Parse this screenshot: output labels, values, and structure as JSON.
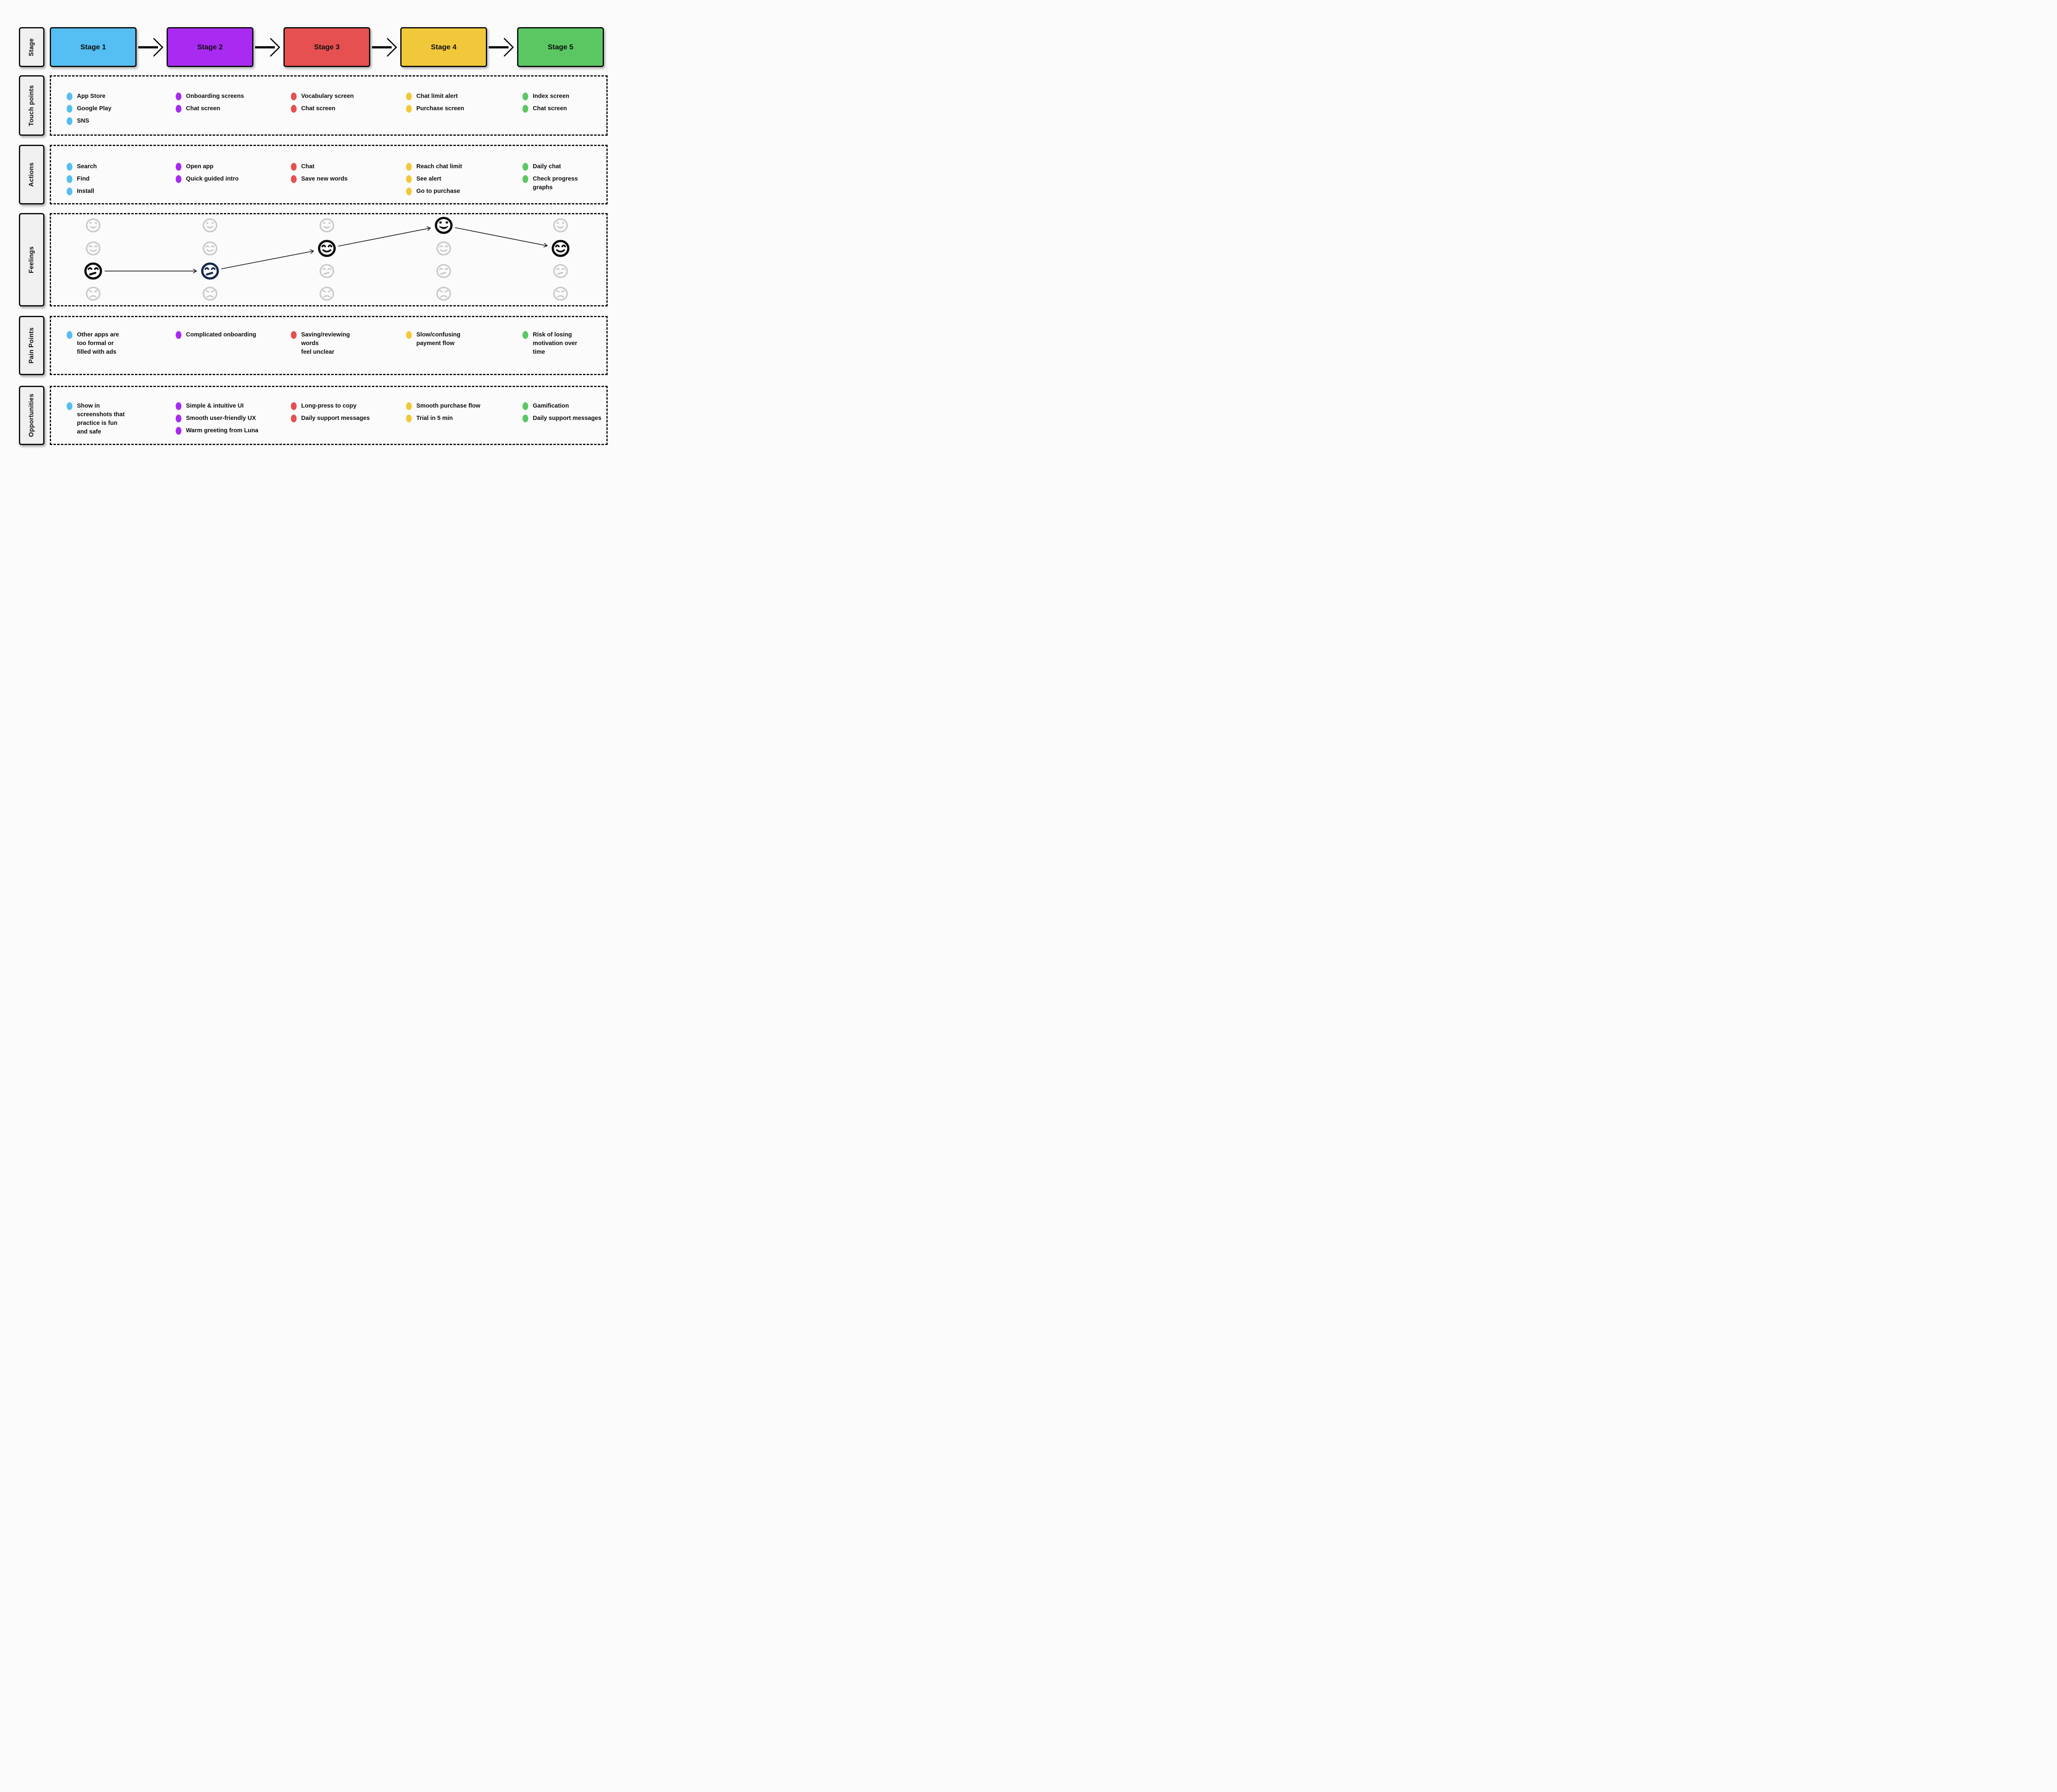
{
  "stages": [
    {
      "label": "Stage 1",
      "color": "#55BEF2"
    },
    {
      "label": "Stage 2",
      "color": "#A92BF2"
    },
    {
      "label": "Stage 3",
      "color": "#E65050"
    },
    {
      "label": "Stage 4",
      "color": "#F2C83B"
    },
    {
      "label": "Stage 5",
      "color": "#5BC763"
    }
  ],
  "row_labels": {
    "stage": "Stage",
    "touch_points": "Touch points",
    "actions": "Actions",
    "feelings": "Feelings",
    "pain_points": "Pain Points",
    "opportunities": "Opportunities"
  },
  "touch_points": {
    "cols": [
      [
        "App Store",
        "Google Play",
        "SNS"
      ],
      [
        "Onboarding screens",
        "Chat screen"
      ],
      [
        "Vocabulary screen",
        "Chat screen"
      ],
      [
        "Chat limit alert",
        "Purchase screen"
      ],
      [
        "Index screen",
        "Chat screen"
      ]
    ]
  },
  "actions": {
    "cols": [
      [
        "Search",
        "Find",
        "Install"
      ],
      [
        "Open app",
        "Quick guided intro"
      ],
      [
        "Chat",
        "Save new words"
      ],
      [
        "Reach chat limit",
        "See alert",
        "Go to purchase"
      ],
      [
        "Daily chat",
        "Check progress\ngraphs"
      ]
    ]
  },
  "pain_points": {
    "cols": [
      [
        "Other apps are\ntoo formal or\nfilled with ads"
      ],
      [
        "Complicated onboarding"
      ],
      [
        "Saving/reviewing\nwords\nfeel unclear"
      ],
      [
        "Slow/confusing\npayment flow"
      ],
      [
        "Risk of losing\nmotivation over\ntime"
      ]
    ]
  },
  "opportunities": {
    "cols": [
      [
        "Show in\nscreenshots that\npractice is fun\nand safe"
      ],
      [
        "Simple & intuitive UI",
        "Smooth user-friendly UX",
        "Warm greeting from Luna"
      ],
      [
        "Long-press to copy",
        "Daily support messages"
      ],
      [
        "Smooth purchase flow",
        "Trial in 5 min"
      ],
      [
        "Gamification",
        "Daily support messages"
      ]
    ]
  },
  "feelings": {
    "moods": [
      "laugh",
      "smile",
      "smirk",
      "angry"
    ],
    "inactive_color": "#C9C9C9",
    "arrow_color": "#141414",
    "selected": [
      {
        "mood": "smirk",
        "color": "#0B0B0B"
      },
      {
        "mood": "smirk",
        "color": "#16294D"
      },
      {
        "mood": "smile",
        "color": "#0B0B0B"
      },
      {
        "mood": "laugh",
        "color": "#0B0B0B"
      },
      {
        "mood": "smile",
        "color": "#0B0B0B"
      }
    ]
  }
}
